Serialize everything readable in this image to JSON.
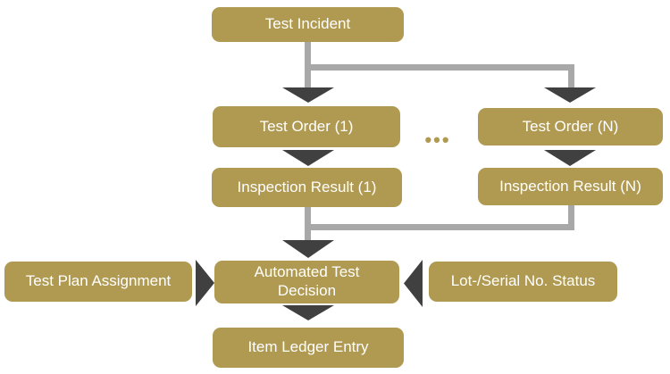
{
  "diagram": {
    "colors": {
      "node": "#B09A52",
      "arrow": "#404040",
      "connector": "#A8A8A8",
      "text": "#FFFFFF",
      "bg": "#FFFFFF"
    },
    "nodes": {
      "test_incident": "Test Incident",
      "test_order_1": "Test Order (1)",
      "test_order_n": "Test Order (N)",
      "inspection_result_1": "Inspection Result (1)",
      "inspection_result_n": "Inspection Result (N)",
      "test_plan_assignment": "Test Plan Assignment",
      "automated_test_decision": "Automated Test Decision",
      "lot_serial_status": "Lot-/Serial No. Status",
      "item_ledger_entry": "Item Ledger Entry"
    },
    "ellipsis": "•••"
  }
}
